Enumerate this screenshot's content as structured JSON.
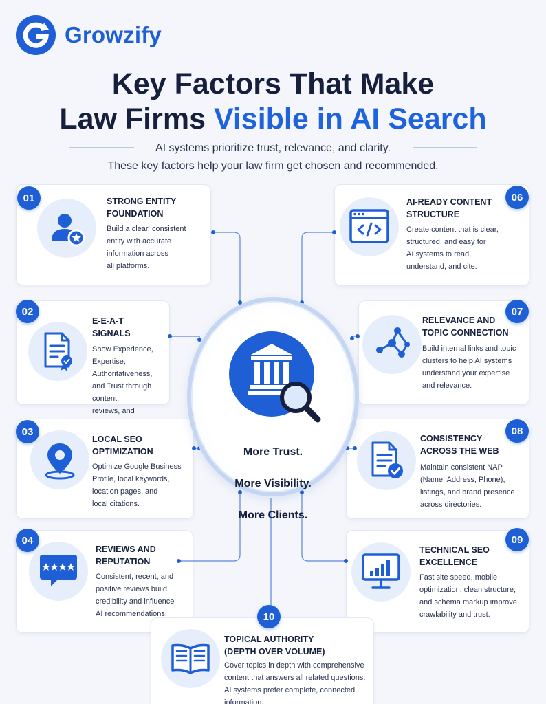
{
  "brand": {
    "name": "Growzify",
    "logo_icon": "g-logo-icon"
  },
  "header": {
    "title_line1": "Key Factors That Make",
    "title_line2_plain": "Law Firms ",
    "title_line2_accent": "Visible in AI Search",
    "subtitle_line1": "AI systems prioritize trust, relevance, and clarity.",
    "subtitle_line2": "These key factors help your law firm get chosen and recommended."
  },
  "colors": {
    "accent": "#1e5fd6",
    "ink": "#16203d",
    "card": "#ffffff",
    "icon_bg": "#e7eefb"
  },
  "center": {
    "icon": "courthouse-magnifier-icon",
    "line1": "More Trust.",
    "line2": "More Visibility.",
    "line3": "More Clients."
  },
  "factors": [
    {
      "number": "01",
      "title": "STRONG ENTITY\nFOUNDATION",
      "desc": "Build a clear, consistent\nentity with accurate\ninformation across\nall platforms.",
      "icon": "user-star-icon"
    },
    {
      "number": "02",
      "title": "E-E-A-T\nSIGNALS",
      "desc": "Show Experience,\nExpertise, Authoritativeness,\nand Trust through content,\nreviews, and presence.",
      "icon": "certificate-icon"
    },
    {
      "number": "03",
      "title": "LOCAL SEO\nOPTIMIZATION",
      "desc": "Optimize Google Business\nProfile, local keywords,\nlocation pages, and\nlocal citations.",
      "icon": "map-pin-icon"
    },
    {
      "number": "04",
      "title": "REVIEWS AND\nREPUTATION",
      "desc": "Consistent, recent, and\npositive reviews build\ncredibility and influence\nAI recommendations.",
      "icon": "review-stars-icon"
    },
    {
      "number": "06",
      "title": "AI-READY CONTENT\nSTRUCTURE",
      "desc": "Create content that is clear,\nstructured, and easy for\nAI systems to read,\nunderstand, and cite.",
      "icon": "code-window-icon"
    },
    {
      "number": "07",
      "title": "RELEVANCE AND\nTOPIC CONNECTION",
      "desc": "Build internal links and topic\nclusters to help AI systems\nunderstand your expertise\nand relevance.",
      "icon": "network-nodes-icon"
    },
    {
      "number": "08",
      "title": "CONSISTENCY\nACROSS THE WEB",
      "desc": "Maintain consistent NAP\n(Name, Address, Phone),\nlistings, and brand presence\nacross directories.",
      "icon": "document-check-icon"
    },
    {
      "number": "09",
      "title": "TECHNICAL SEO\nEXCELLENCE",
      "desc": "Fast site speed, mobile\noptimization, clean structure,\nand schema markup improve\ncrawlability and trust.",
      "icon": "monitor-chart-icon"
    },
    {
      "number": "10",
      "title": "TOPICAL AUTHORITY\n(DEPTH OVER VOLUME)",
      "desc": "Cover topics in depth with comprehensive\ncontent that answers all related questions.\nAI systems prefer complete, connected\ninformation.",
      "icon": "open-book-icon"
    }
  ]
}
